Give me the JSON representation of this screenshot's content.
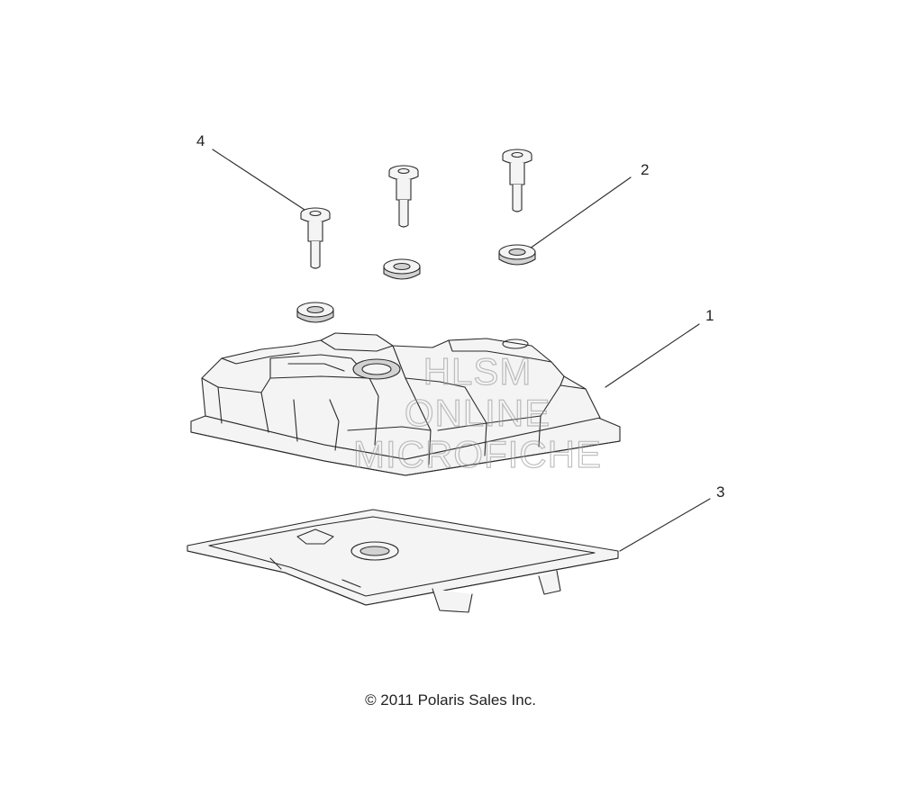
{
  "callouts": [
    {
      "label": "1",
      "part": "cover"
    },
    {
      "label": "2",
      "part": "grommet"
    },
    {
      "label": "3",
      "part": "gasket"
    },
    {
      "label": "4",
      "part": "bolt"
    }
  ],
  "copyright": "© 2011 Polaris Sales Inc.",
  "watermark": [
    "HLSM",
    "ONLINE",
    "MICROFICHE"
  ]
}
